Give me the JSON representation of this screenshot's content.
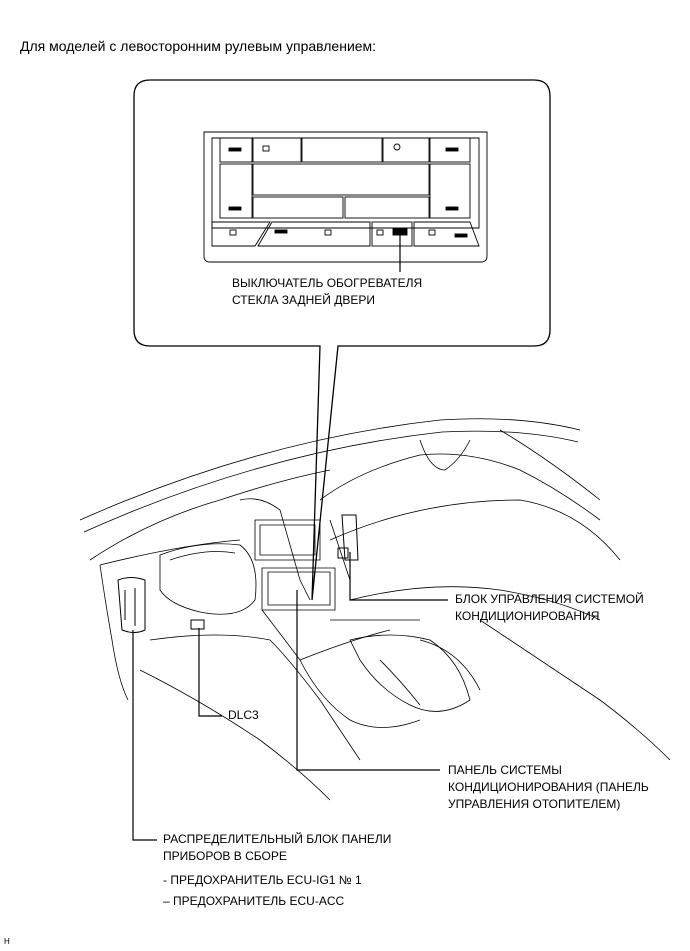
{
  "heading": "Для моделей с левосторонним рулевым управлением:",
  "callout": {
    "line1": "ВЫКЛЮЧАТЕЛЬ ОБОГРЕВАТЕЛЯ",
    "line2": "СТЕКЛА ЗАДНЕЙ ДВЕРИ"
  },
  "labels": {
    "ac_ecu_line1": "БЛОК УПРАВЛЕНИЯ СИСТЕМОЙ",
    "ac_ecu_line2": "КОНДИЦИОНИРОВАНИЯ",
    "dlc3": "DLC3",
    "ac_panel_line1": "ПАНЕЛЬ СИСТЕМЫ",
    "ac_panel_line2": "КОНДИЦИОНИРОВАНИЯ (ПАНЕЛЬ",
    "ac_panel_line3": "УПРАВЛЕНИЯ ОТОПИТЕЛЕМ)",
    "jb_line1": "РАСПРЕДЕЛИТЕЛЬНЫЙ БЛОК ПАНЕЛИ",
    "jb_line2": "ПРИБОРОВ В СБОРЕ",
    "fuse1": "- ПРЕДОХРАНИТЕЛЬ ECU-IG1 № 1",
    "fuse2": "– ПРЕДОХРАНИТЕЛЬ ECU-ACC"
  },
  "figure_code": "H"
}
